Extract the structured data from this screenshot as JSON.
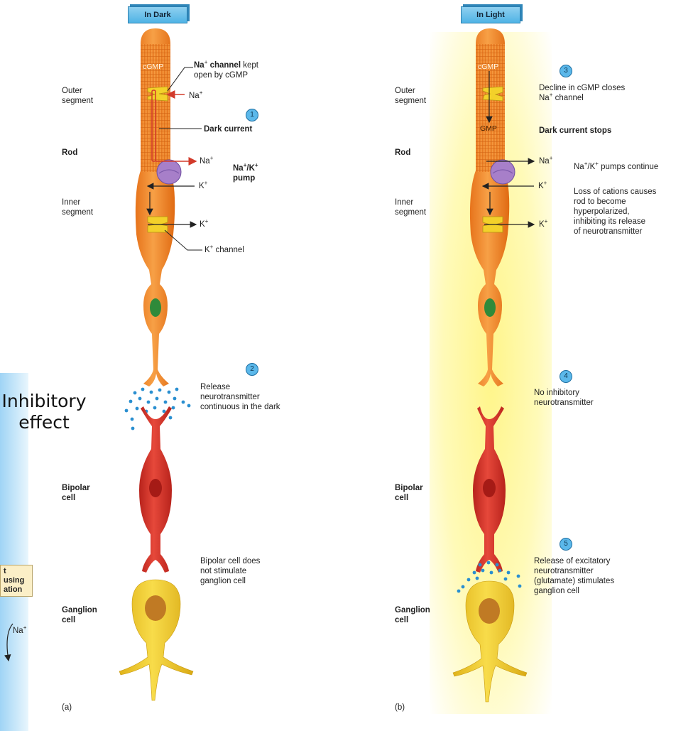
{
  "panel_a": {
    "header": "In Dark",
    "tag": "(a)",
    "outer_segment": "Outer\nsegment",
    "rod": "Rod",
    "inner_segment": "Inner\nsegment",
    "bipolar": "Bipolar\ncell",
    "ganglion": "Ganglion\ncell",
    "cgmp": "cGMP",
    "na_channel_bold": "Na",
    "na_channel_rest": " channel",
    "na_channel_tail": " kept",
    "na_channel_line2": "open by cGMP",
    "na_in_1": "Na",
    "step1": "1",
    "dark_current": "Dark current",
    "na_in_2": "Na",
    "pump_label_1": "Na",
    "pump_label_2": "/K",
    "pump_label_3": "pump",
    "k_in": "K",
    "k_out": "K",
    "k_channel": " channel",
    "step2": "2",
    "release_1": "Release",
    "release_2": "neurotransmitter",
    "release_3": "continuous in the dark",
    "bipolar_note_1": "Bipolar cell does",
    "bipolar_note_2": "not stimulate",
    "bipolar_note_3": "ganglion cell"
  },
  "panel_b": {
    "header": "In Light",
    "tag": "(b)",
    "outer_segment": "Outer\nsegment",
    "rod": "Rod",
    "inner_segment": "Inner\nsegment",
    "bipolar": "Bipolar\ncell",
    "ganglion": "Ganglion\ncell",
    "cgmp": "cGMP",
    "gmp": "GMP",
    "step3": "3",
    "decline_1": "Decline in cGMP closes",
    "decline_2": "Na",
    "decline_3": " channel",
    "dark_stops": "Dark current stops",
    "na_out": "Na",
    "pumps_1": "Na",
    "pumps_2": "/K",
    "pumps_3": " pumps continue",
    "k_in": "K",
    "k_out": "K",
    "loss_1": "Loss of cations causes",
    "loss_2": "rod to become",
    "loss_3": "hyperpolarized,",
    "loss_4": "inhibiting its release",
    "loss_5": "of neurotransmitter",
    "step4": "4",
    "no_nt_1": "No inhibitory",
    "no_nt_2": "neurotransmitter",
    "step5": "5",
    "exc_1": "Release of excitatory",
    "exc_2": "neurotransmitter",
    "exc_3": "(glutamate) stimulates",
    "exc_4": "ganglion cell"
  },
  "overlay": {
    "inhibitory_1": "Inhibitory",
    "inhibitory_2": "effect",
    "note_1": "t",
    "note_2": "using",
    "note_3": "ation",
    "na": "Na"
  },
  "colors": {
    "rod": "#f08a2c",
    "bipolar": "#d8352a",
    "ganglion": "#f2cc2a",
    "channel": "#f3d12a",
    "pump": "#a77fc9",
    "glow": "#fff7a0",
    "neurotransmitter": "#2a8fd0",
    "header": "#4fb3e5",
    "arrow_red": "#d23a2a"
  }
}
